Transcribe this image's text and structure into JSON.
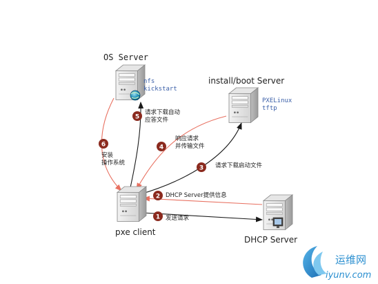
{
  "servers": {
    "os_server": {
      "label": "OS Server",
      "services": [
        "nfs",
        "kickstart"
      ]
    },
    "install_server": {
      "label": "install/boot Server",
      "services": [
        "PXELinux",
        "tftp"
      ]
    },
    "pxe_client": {
      "label": "pxe client"
    },
    "dhcp_server": {
      "label": "DHCP Server"
    }
  },
  "steps": [
    {
      "num": "1",
      "label": "发送请求"
    },
    {
      "num": "2",
      "label": "DHCP Server提供信息"
    },
    {
      "num": "3",
      "label": "请求下载启动文件"
    },
    {
      "num": "4",
      "label_lines": [
        "响应请求",
        "并传输文件"
      ]
    },
    {
      "num": "5",
      "label_lines": [
        "请求下载自动",
        "应答文件"
      ]
    },
    {
      "num": "6",
      "label_lines": [
        "安装",
        "操作系统"
      ]
    }
  ],
  "watermark": {
    "text": "运维网",
    "url": "iyunv.com"
  },
  "colors": {
    "arrow_dark": "#1a1a1a",
    "arrow_red": "#e87060",
    "badge": "#8b2a1e",
    "service_text": "#3a5fa8",
    "watermark": "#2b8fd0"
  }
}
